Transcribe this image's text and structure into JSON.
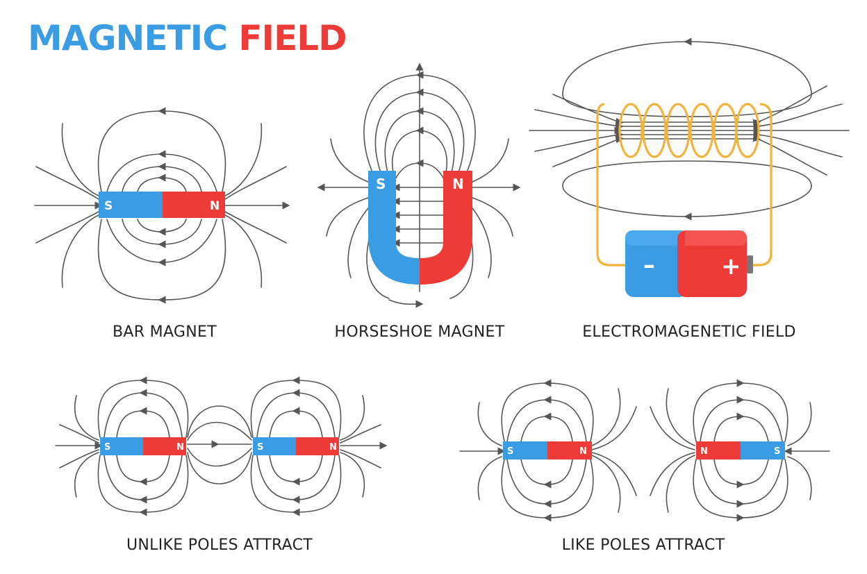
{
  "title": {
    "part1": "MAGNETIC",
    "part2": "FIELD"
  },
  "colors": {
    "blue": "#3a9ce3",
    "red": "#ef3b38",
    "line": "#555555",
    "coil": "#f2b23b"
  },
  "panels": {
    "bar": {
      "caption": "BAR MAGNET",
      "south": "S",
      "north": "N"
    },
    "horseshoe": {
      "caption": "HORSESHOE MAGNET",
      "south": "S",
      "north": "N"
    },
    "electro": {
      "caption": "ELECTROMAGENETIC FIELD",
      "minus": "–",
      "plus": "+"
    },
    "unlike": {
      "caption": "UNLIKE POLES ATTRACT",
      "m1_south": "S",
      "m1_north": "N",
      "m2_south": "S",
      "m2_north": "N"
    },
    "like": {
      "caption": "LIKE POLES ATTRACT",
      "m1_south": "S",
      "m1_north": "N",
      "m2_north": "N",
      "m2_south": "S"
    }
  }
}
